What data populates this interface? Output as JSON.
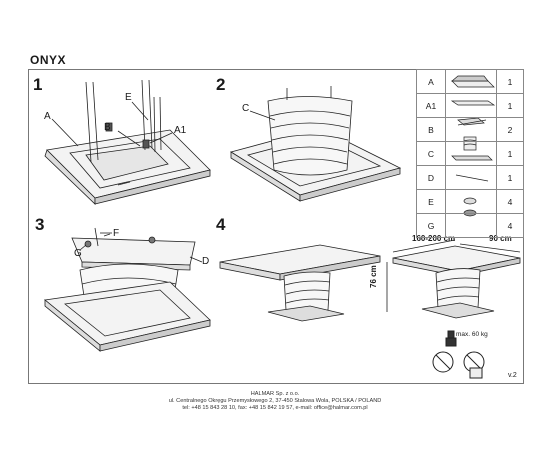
{
  "title": "ONYX",
  "steps": [
    "1",
    "2",
    "3",
    "4"
  ],
  "labels": {
    "s1": [
      "A",
      "E",
      "B",
      "A1"
    ],
    "s2": [
      "C"
    ],
    "s3": [
      "F",
      "G",
      "D"
    ]
  },
  "parts": [
    {
      "letter": "A",
      "qty": "1",
      "icon": "table-top-icon"
    },
    {
      "letter": "A1",
      "qty": "1",
      "icon": "extension-leaf-icon"
    },
    {
      "letter": "B",
      "qty": "2",
      "icon": "leg-block-icon"
    },
    {
      "letter": "C",
      "qty": "1",
      "icon": "base-column-icon"
    },
    {
      "letter": "D",
      "qty": "1",
      "icon": "base-plate-icon"
    },
    {
      "letter": "E",
      "qty": "4",
      "icon": "rod-icon"
    },
    {
      "letter": "G",
      "qty": "4",
      "icon": "washer-icon"
    }
  ],
  "dimensions": {
    "length": "160-200 cm",
    "width": "90 cm",
    "height": "76 cm"
  },
  "max_load": "max. 60 kg",
  "version": "v.2",
  "footer": {
    "company": "HALMAR Sp. z o.o.",
    "address": "ul. Centralnego Okręgu Przemysłowego 2, 37-450 Stalowa Wola, POLSKA / POLAND",
    "contact": "tel: +48 15 843 28 10, fax: +48 15 842 19 57, e-mail: office@halmar.com.pl"
  }
}
